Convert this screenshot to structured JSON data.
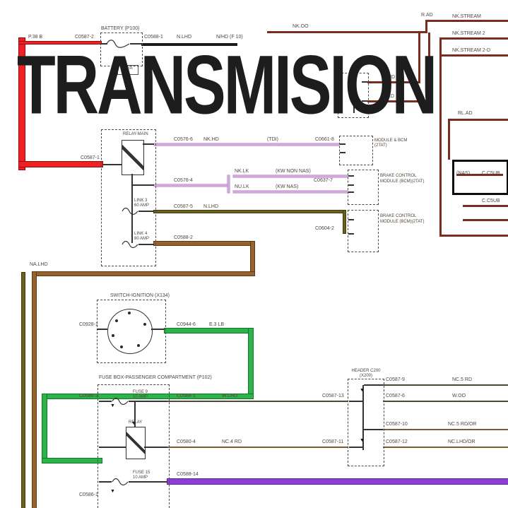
{
  "title": "TRANSMISION",
  "colors": {
    "red": "#ef2125",
    "maroon": "#7a2c20",
    "brown": "#96622e",
    "olive": "#6b6020",
    "green": "#2eb24a",
    "purple": "#8d3fd6",
    "black_wire": "#1a1a1a",
    "pink": "#d4a6de"
  },
  "top": {
    "feed_label": "P.38 B",
    "conn_battery_in": "C0587-2",
    "battery_title": "BATTERY (P100)",
    "battery_fuse": "MEGA",
    "conn_battery_out": "C0588-1",
    "wire_black": "N.LHD",
    "black_dest": "N/HD (F 10)",
    "wire_maroon": "NK.OO",
    "wire_r_ad": "R.AD",
    "stream_1": "NK.STREAM",
    "stream_2": "NK.STREAM 2",
    "stream_3": "NK.STREAM 2-D"
  },
  "right_loop": {
    "tap_a": "C.HD",
    "tap_b": "C.LD",
    "wire_rl_ad": "RL.AD",
    "nas": "(NAS)",
    "conn_a": "C.C5UB",
    "conn_b": "C.C5UB"
  },
  "relay_main": {
    "title": "RELAY-MAIN",
    "conn_left": "C0587-1",
    "conn_top_right": "C0576-6",
    "conn_mid_right": "C0576-4",
    "link3": "LINK 3",
    "link3_amp": "60 AMP",
    "conn_link3": "C0587-5",
    "link4": "LINK 4",
    "link4_amp": "80 AMP",
    "conn_link4": "C0588-2"
  },
  "branch_tdi": {
    "wire": "NK.HD",
    "note": "(TDI)",
    "conn": "C0661-8",
    "module": "MODULE & BCM (2TAT)"
  },
  "branch_kw": {
    "wire_a": "NK.LK",
    "note_a": "(KW NON NAS)",
    "wire_b": "NU.LK",
    "note_b": "(KW NAS)",
    "conn": "C0637-7",
    "module_line1": "BRAKE CONTROL",
    "module_line2": "MODULE (BCM)(2TAT)"
  },
  "branch_n": {
    "wire": "N.LHD",
    "conn": "C0604-2",
    "module_line1": "BRAKE CONTROL",
    "module_line2": "MODULE (BCM)(2TAT)"
  },
  "left": {
    "wire_na_lhd": "NA.LHD"
  },
  "ignition": {
    "title": "SWITCH-IGNITION (X134)",
    "conn_left": "C0928-1",
    "conn_right": "C0944-6",
    "wire": "E.3 LB"
  },
  "fusebox": {
    "title": "FUSE BOX-PASSENGER COMPARTMENT (P102)",
    "fuse9": "FUSE 9",
    "fuse9_amp": "10 AMP",
    "conn_left_top": "C0586-2",
    "conn_right_top": "C0588-1",
    "wire_top": "W.LHD",
    "conn_far_top": "C0587-13",
    "relay": "RELAY",
    "conn_right_mid": "C0580-4",
    "wire_mid": "NC.4 RD",
    "conn_far_mid": "C0587-11",
    "fuse15": "FUSE 15",
    "fuse15_amp": "10 AMP",
    "conn_left_bot": "C0586-1",
    "conn_right_bot": "C0588-14"
  },
  "header": {
    "title": "HEADER C200 (X200)",
    "conn_1": "C0587-9",
    "wire_1": "NC.5 RD",
    "conn_2": "C0587-6",
    "wire_2": "W.OO",
    "conn_3": "C0587-10",
    "wire_3": "NC.5 RD/OR",
    "conn_4": "C0587-12",
    "wire_4": "NC.LHD/OR"
  }
}
